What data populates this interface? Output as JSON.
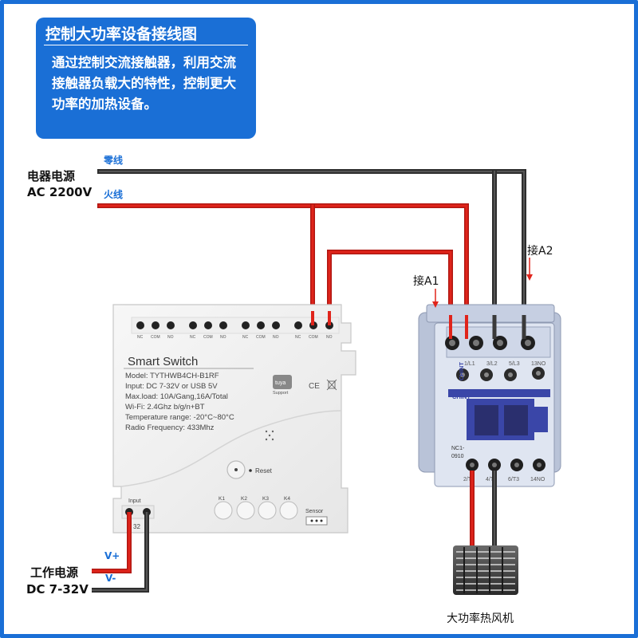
{
  "info": {
    "title": "控制大功率设备接线图",
    "text": "通过控制交流接触器，利用交流接触器负载大的特性，控制更大功率的加热设备。"
  },
  "mains": {
    "label_line1": "电器电源",
    "label_line2": "AC 2200V",
    "neutral": "零线",
    "live": "火线"
  },
  "dc": {
    "label_line1": "工作电源",
    "label_line2": "DC 7-32V",
    "plus": "V+",
    "minus": "V-"
  },
  "module": {
    "title": "Smart  Switch",
    "model": "Model:  TYTHWB4CH-B1RF",
    "input": "Input:  DC 7-32V or USB 5V",
    "maxload": "Max.load:  10A/Gang,16A/Total",
    "wifi": "Wi-Fi:  2.4Ghz b/g/n+BT",
    "temp": "Temperature range:  -20°C~80°C",
    "radio": "Radio Frequency:  433Mhz",
    "terminal_labels": [
      "NC",
      "COM",
      "NO",
      "NC",
      "COM",
      "NO",
      "NC",
      "COM",
      "NO",
      "NC",
      "COM",
      "NO"
    ],
    "tuya_logo": "tuya",
    "tuya_support": "Support",
    "ce_mark": "CE",
    "reset": "Reset",
    "keys": [
      "K1",
      "K2",
      "K3",
      "K4"
    ],
    "sensor": "Sensor",
    "input_label": "Input",
    "input_fragment": "32"
  },
  "contactor": {
    "brand": "CHINT",
    "model_line1": "NC1-",
    "model_line2": "0910",
    "top_labels": [
      "1/L1",
      "3/L2",
      "5/L3",
      "13NO"
    ],
    "bottom_labels": [
      "2/T1",
      "4/T2",
      "6/T3",
      "14NO"
    ],
    "a1": "接A1",
    "a2": "接A2"
  },
  "load": {
    "label": "大功率热风机"
  },
  "colors": {
    "accent": "#1a6fd6",
    "live_wire": "#e0241b",
    "neutral_wire": "#3a3a3a",
    "contactor_body": "#c9d3e6",
    "contactor_blue": "#3a46a8"
  }
}
